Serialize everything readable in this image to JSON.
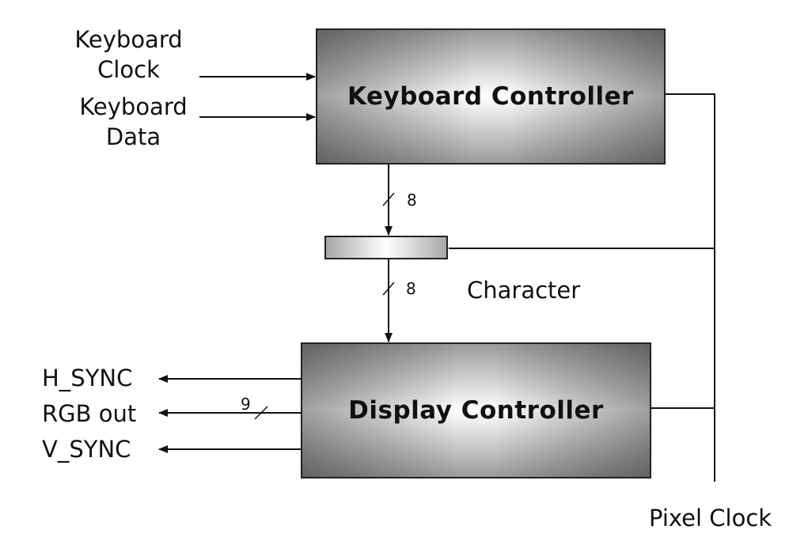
{
  "blocks": {
    "keyboard_controller": "Keyboard Controller",
    "display_controller": "Display Controller"
  },
  "inputs": {
    "keyboard_clock_line1": "Keyboard",
    "keyboard_clock_line2": "Clock",
    "keyboard_data_line1": "Keyboard",
    "keyboard_data_line2": "Data"
  },
  "outputs": {
    "h_sync": "H_SYNC",
    "rgb_out": "RGB out",
    "v_sync": "V_SYNC"
  },
  "register_label": "Character",
  "clock_label": "Pixel Clock",
  "bus_widths": {
    "kb_to_register": "8",
    "register_to_display": "8",
    "rgb": "9"
  }
}
